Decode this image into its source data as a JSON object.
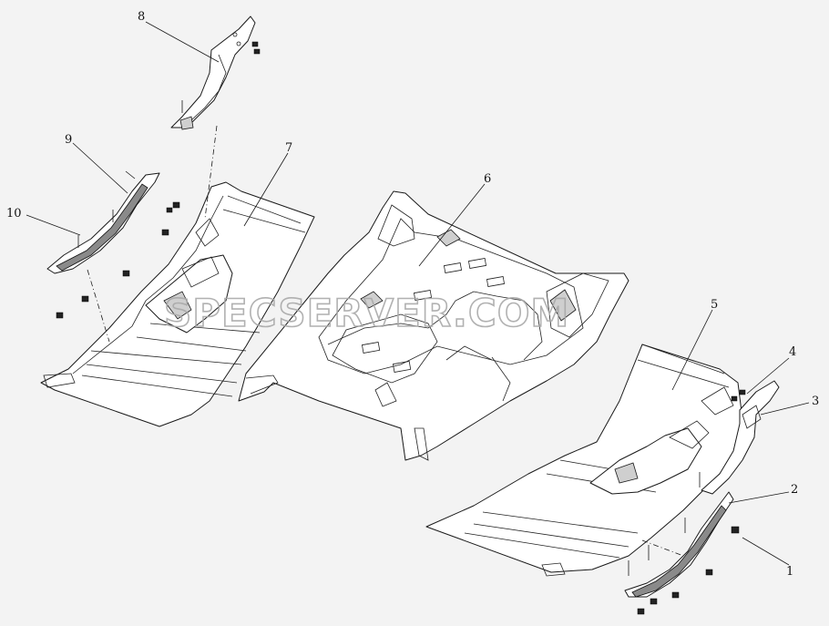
{
  "diagram": {
    "callouts": [
      {
        "id": "c1",
        "text": "1"
      },
      {
        "id": "c2",
        "text": "2"
      },
      {
        "id": "c3",
        "text": "3"
      },
      {
        "id": "c4",
        "text": "4"
      },
      {
        "id": "c5",
        "text": "5"
      },
      {
        "id": "c6",
        "text": "6"
      },
      {
        "id": "c7",
        "text": "7"
      },
      {
        "id": "c8",
        "text": "8"
      },
      {
        "id": "c9",
        "text": "9"
      },
      {
        "id": "c10",
        "text": "10"
      }
    ],
    "watermark": "SPECSERVER.COM"
  },
  "colors": {
    "background": "#f3f3f3",
    "line": "#1a1a1a",
    "watermark": "#a9a9a9"
  }
}
